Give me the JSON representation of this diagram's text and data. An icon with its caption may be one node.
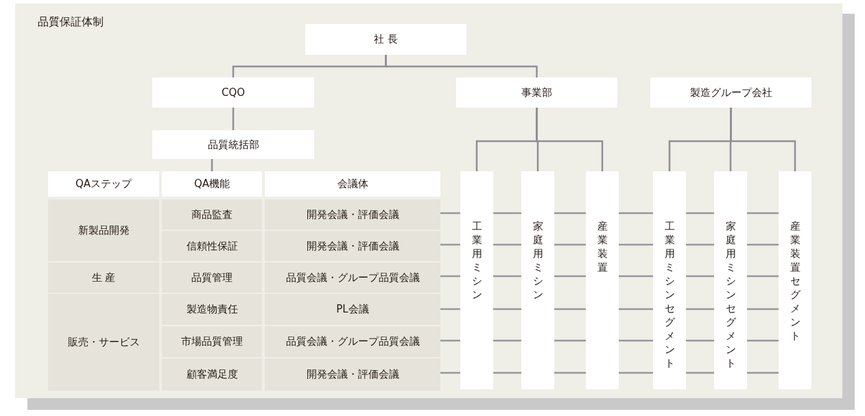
{
  "diagram": {
    "title": "品質保証体制",
    "nodes": [
      {
        "text": [
          "社 長"
        ]
      },
      {
        "text": [
          "CQO"
        ]
      },
      {
        "text": [
          "品質統括部"
        ]
      },
      {
        "text": [
          "事業部"
        ]
      },
      {
        "text": [
          "製造グループ会社"
        ]
      },
      {
        "text": [
          "工業用ミシン"
        ]
      },
      {
        "text": [
          "家庭用ミシン"
        ]
      },
      {
        "text": [
          "産業装置"
        ]
      },
      {
        "text": [
          "工業用ミシンセグメント"
        ]
      },
      {
        "text": [
          "家庭用ミシンセグメント"
        ]
      },
      {
        "text": [
          "産業装置セグメント"
        ]
      },
      {
        "text": [
          "QAステップ"
        ]
      },
      {
        "text": [
          "QA機能"
        ]
      },
      {
        "text": [
          "会議体"
        ]
      }
    ],
    "edges": [
      {
        "from": 0,
        "to": 1,
        "arrow": "none"
      },
      {
        "from": 0,
        "to": 3,
        "arrow": "none"
      },
      {
        "from": 1,
        "to": 2,
        "arrow": "none"
      },
      {
        "from": 2,
        "to": 12,
        "arrow": "none"
      },
      {
        "from": 3,
        "to": 5,
        "arrow": "none"
      },
      {
        "from": 3,
        "to": 6,
        "arrow": "none"
      },
      {
        "from": 3,
        "to": 7,
        "arrow": "none"
      },
      {
        "from": 4,
        "to": 8,
        "arrow": "none"
      },
      {
        "from": 4,
        "to": 9,
        "arrow": "none"
      },
      {
        "from": 4,
        "to": 10,
        "arrow": "none"
      }
    ],
    "labels": [
      "新製品開発",
      "商品監査",
      "開発会議・評価会議",
      "信頼性保証",
      "開発会議・評価会議",
      "生 産",
      "品質管理",
      "品質会議・グループ品質会議",
      "販売・サービス",
      "製造物責任",
      "PL会議",
      "市場品質管理",
      "品質会議・グループ品質会議",
      "顧客満足度",
      "開発会議・評価会議"
    ]
  }
}
